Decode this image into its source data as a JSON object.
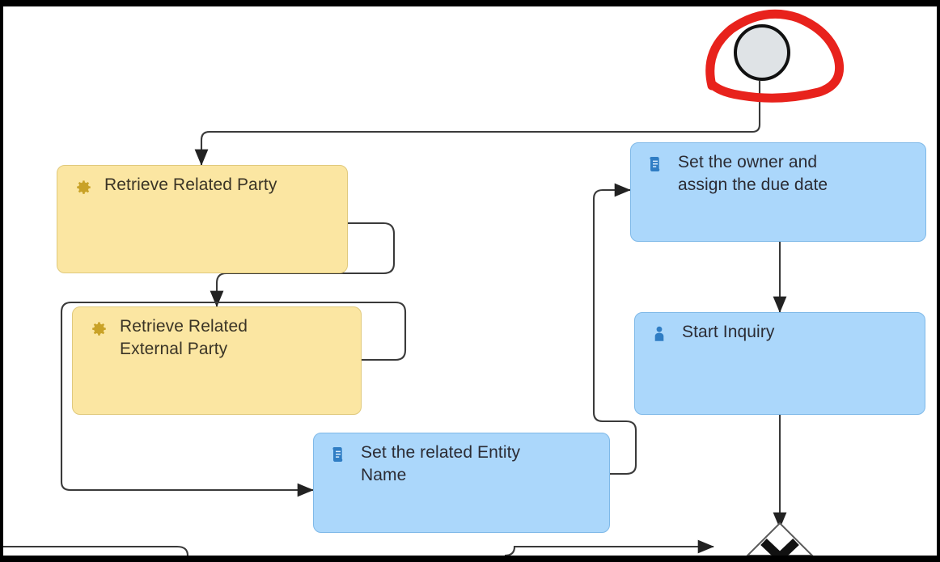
{
  "diagram": {
    "type": "bpmn-process-flow",
    "canvas_bg": "#ffffff",
    "letterbox_color": "#000000",
    "annotation": {
      "name": "red-circle-highlight",
      "color": "#e8221c",
      "target": "start-event",
      "style": "hand-drawn marker loop"
    },
    "palette": {
      "yellow_fill": "#fbe6a2",
      "yellow_stroke": "#e0c97c",
      "yellow_icon": "#c9a227",
      "blue_fill": "#abd7fb",
      "blue_stroke": "#7fb9e8",
      "blue_icon": "#2f7dc4",
      "connector": "#3a3a3a",
      "start_event_fill": "#dfe3e6",
      "start_event_stroke": "#111111",
      "text": "#2b2b33"
    }
  },
  "nodes": {
    "start_event": {
      "label": "",
      "shape": "circle",
      "kind": "start-event"
    },
    "retrieve_related_party": {
      "label": "Retrieve Related Party",
      "icon": "gear-icon",
      "kind": "service-task",
      "color": "yellow"
    },
    "retrieve_related_external_party": {
      "label": "Retrieve Related\nExternal Party",
      "icon": "gear-icon",
      "kind": "service-task",
      "color": "yellow"
    },
    "set_owner_due_date": {
      "label": "Set the owner and\nassign the due date",
      "icon": "script-icon",
      "kind": "script-task",
      "color": "blue"
    },
    "start_inquiry": {
      "label": "Start Inquiry",
      "icon": "user-icon",
      "kind": "user-task",
      "color": "blue"
    },
    "set_related_entity_name": {
      "label": "Set the related Entity\nName",
      "icon": "script-icon",
      "kind": "script-task",
      "color": "blue"
    },
    "exclusive_gateway": {
      "label": "",
      "symbol": "X",
      "kind": "exclusive-gateway"
    }
  },
  "flows": [
    {
      "from": "start-event",
      "to": "retrieve-related-party"
    },
    {
      "from": "retrieve-related-party",
      "to": "retrieve-related-external-party"
    },
    {
      "from": "retrieve-related-external-party",
      "to": "set-related-entity-name"
    },
    {
      "from": "set-related-entity-name",
      "to": "set-owner-due-date"
    },
    {
      "from": "set-owner-due-date",
      "to": "start-inquiry"
    },
    {
      "from": "start-inquiry",
      "to": "exclusive-gateway"
    }
  ]
}
